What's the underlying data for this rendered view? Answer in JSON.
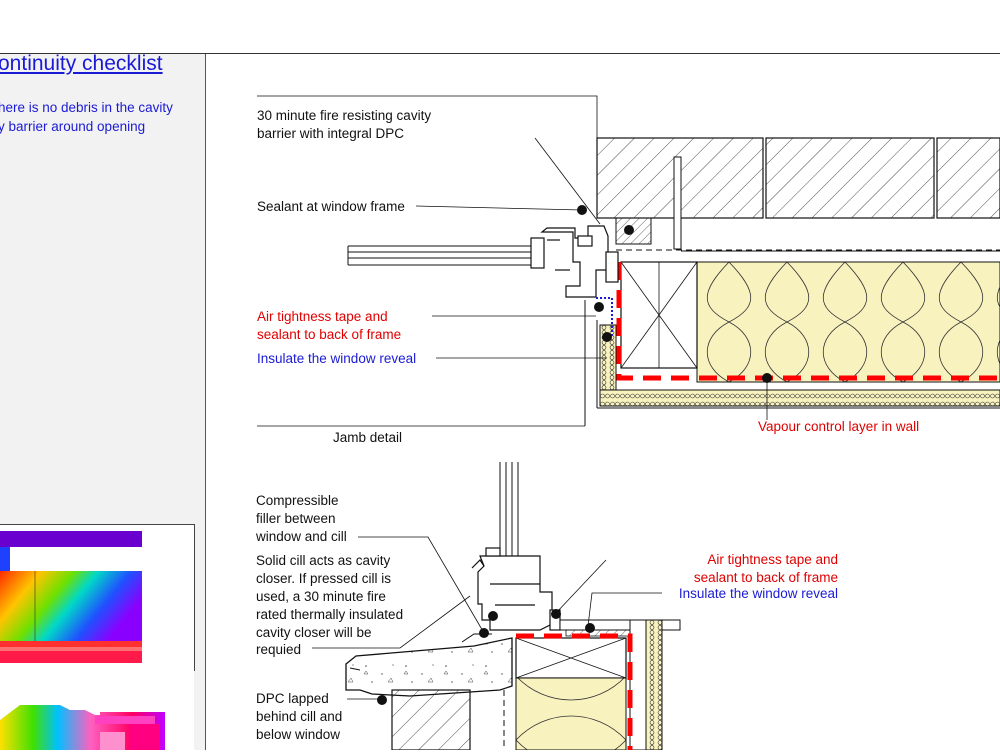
{
  "checklist": {
    "title": "ontinuity checklist",
    "items": [
      "here is no debris in the cavity",
      "y barrier around opening"
    ]
  },
  "jamb": {
    "label_fire_barrier_1": "30 minute fire resisting cavity",
    "label_fire_barrier_2": "barrier with integral DPC",
    "label_sealant": "Sealant at window frame",
    "label_air_tape_1": "Air tightness tape and",
    "label_air_tape_2": "sealant to back of frame",
    "label_insulate": "Insulate the window reveal",
    "label_title": "Jamb detail",
    "label_vcl": "Vapour control layer in wall"
  },
  "cill": {
    "label_filler_1": "Compressible",
    "label_filler_2": "filler between",
    "label_filler_3": "window and cill",
    "label_closer_1": "Solid cill acts as cavity",
    "label_closer_2": "closer. If pressed cill is",
    "label_closer_3": "used, a 30 minute fire",
    "label_closer_4": "rated thermally insulated",
    "label_closer_5": "cavity closer will be",
    "label_closer_6": "requied",
    "label_dpc_1": "DPC lapped",
    "label_dpc_2": "behind cill and",
    "label_dpc_3": "below window",
    "label_air_tape_1": "Air tightness tape and",
    "label_air_tape_2": "sealant to back of frame",
    "label_insulate": "Insulate the window reveal"
  },
  "colors": {
    "label_black": "#111111",
    "label_red": "#e00000",
    "label_blue": "#1a1ad6",
    "insulation_fill": "#f8f2bf",
    "air_tape": "#ff0000"
  }
}
